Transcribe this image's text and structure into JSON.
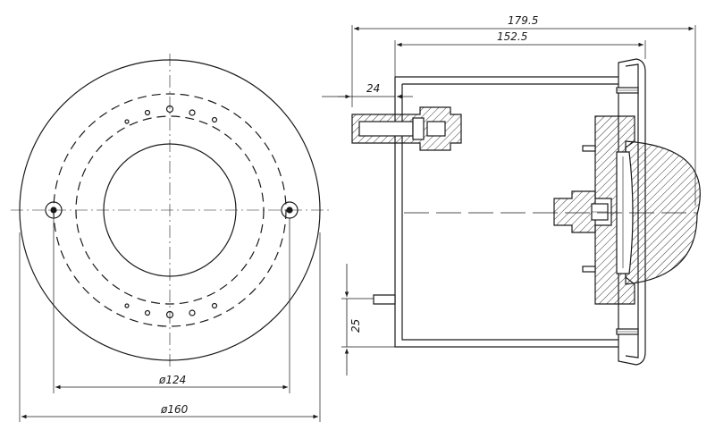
{
  "dimensions": {
    "overall_length": "179.5",
    "body_length": "152.5",
    "fitting_offset": "24",
    "bottom_offset": "25",
    "bolt_circle_diameter": "ø124",
    "outer_diameter": "ø160"
  },
  "colors": {
    "line": "#1a1a1a",
    "hatch": "#333333",
    "background": "#ffffff"
  }
}
